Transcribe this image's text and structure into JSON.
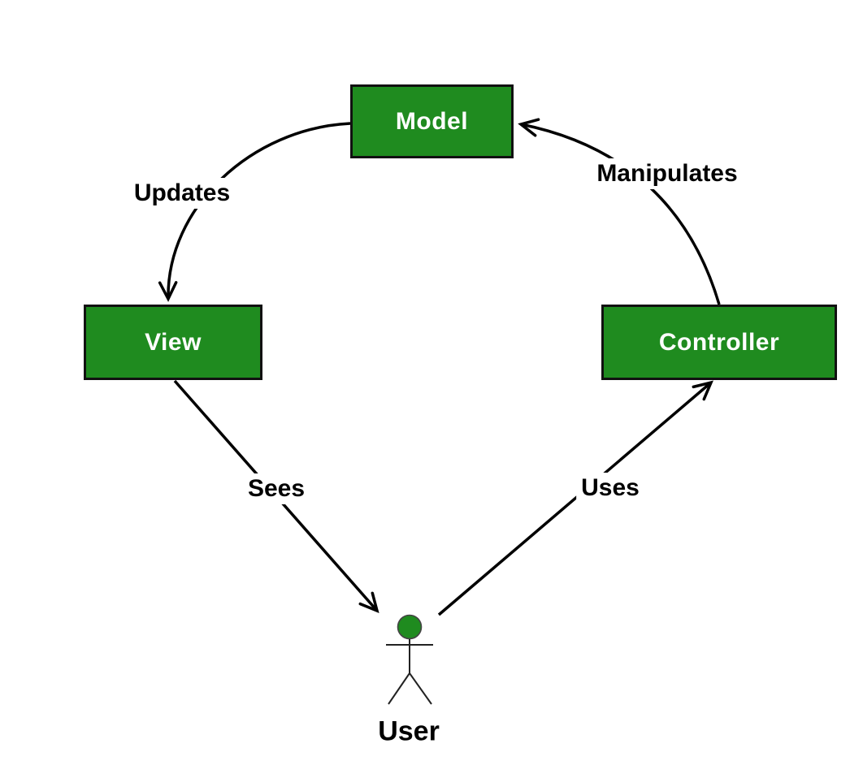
{
  "diagram": {
    "type": "architecture-diagram",
    "subject": "Model-View-Controller",
    "nodes": [
      {
        "id": "model",
        "label": "Model",
        "shape": "rectangle"
      },
      {
        "id": "view",
        "label": "View",
        "shape": "rectangle"
      },
      {
        "id": "controller",
        "label": "Controller",
        "shape": "rectangle"
      },
      {
        "id": "user",
        "label": "User",
        "shape": "stick-figure"
      }
    ],
    "edges": [
      {
        "from": "model",
        "to": "view",
        "label": "Updates",
        "style": "curved"
      },
      {
        "from": "controller",
        "to": "model",
        "label": "Manipulates",
        "style": "curved"
      },
      {
        "from": "view",
        "to": "user",
        "label": "Sees",
        "style": "straight"
      },
      {
        "from": "user",
        "to": "controller",
        "label": "Uses",
        "style": "straight"
      }
    ],
    "colors": {
      "box_fill": "#1f8b1f",
      "box_border": "#111111",
      "box_text": "#ffffff",
      "arrow": "#000000",
      "label_text": "#000000",
      "background": "#ffffff",
      "user_head_fill": "#1f8b1f"
    }
  }
}
